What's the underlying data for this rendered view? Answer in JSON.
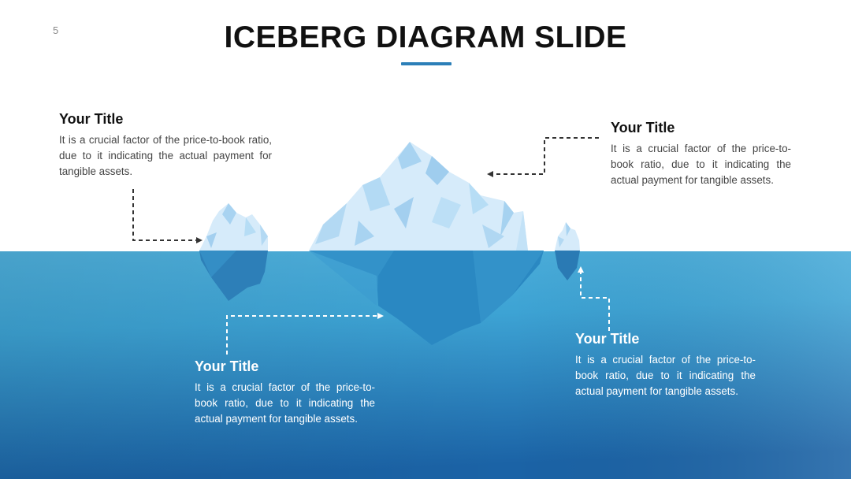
{
  "slide": {
    "page_number": "5",
    "title": "ICEBERG DIAGRAM SLIDE",
    "accent_color": "#2c7fb8"
  },
  "callouts": [
    {
      "title": "Your Title",
      "text": "It is a crucial factor of the price-to-book ratio, due to it indicating the actual payment for tangible assets."
    },
    {
      "title": "Your Title",
      "text": "It is a crucial factor of the price-to-book ratio, due to it indicating the actual payment for tangible assets."
    },
    {
      "title": "Your Title",
      "text": "It is a crucial factor of the price-to-book ratio, due to it indicating the actual payment for tangible assets."
    },
    {
      "title": "Your Title",
      "text": "It is a crucial factor of the price-to-book ratio, due to it indicating the actual payment for tangible assets."
    }
  ],
  "colors": {
    "water_top": "#6bbfe0",
    "water_bottom": "#1a5fa0",
    "ice_light": "#d9ecfa",
    "ice_mid": "#b6dcf5",
    "ice_shadow": "#9fd0f0",
    "ice_underwater": "#2f8cc4"
  }
}
